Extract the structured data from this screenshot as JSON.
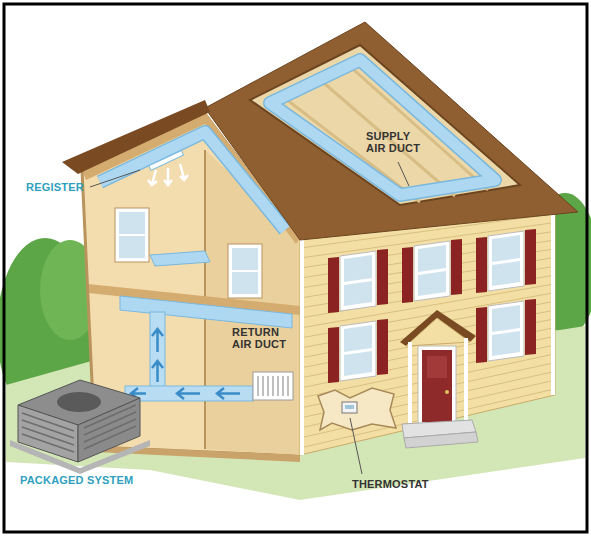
{
  "diagram": {
    "labels": [
      "REGISTER",
      "SUPPLY AIR DUCT",
      "RETURN AIR DUCT",
      "PACKAGED SYSTEM",
      "THERMOSTAT"
    ]
  }
}
